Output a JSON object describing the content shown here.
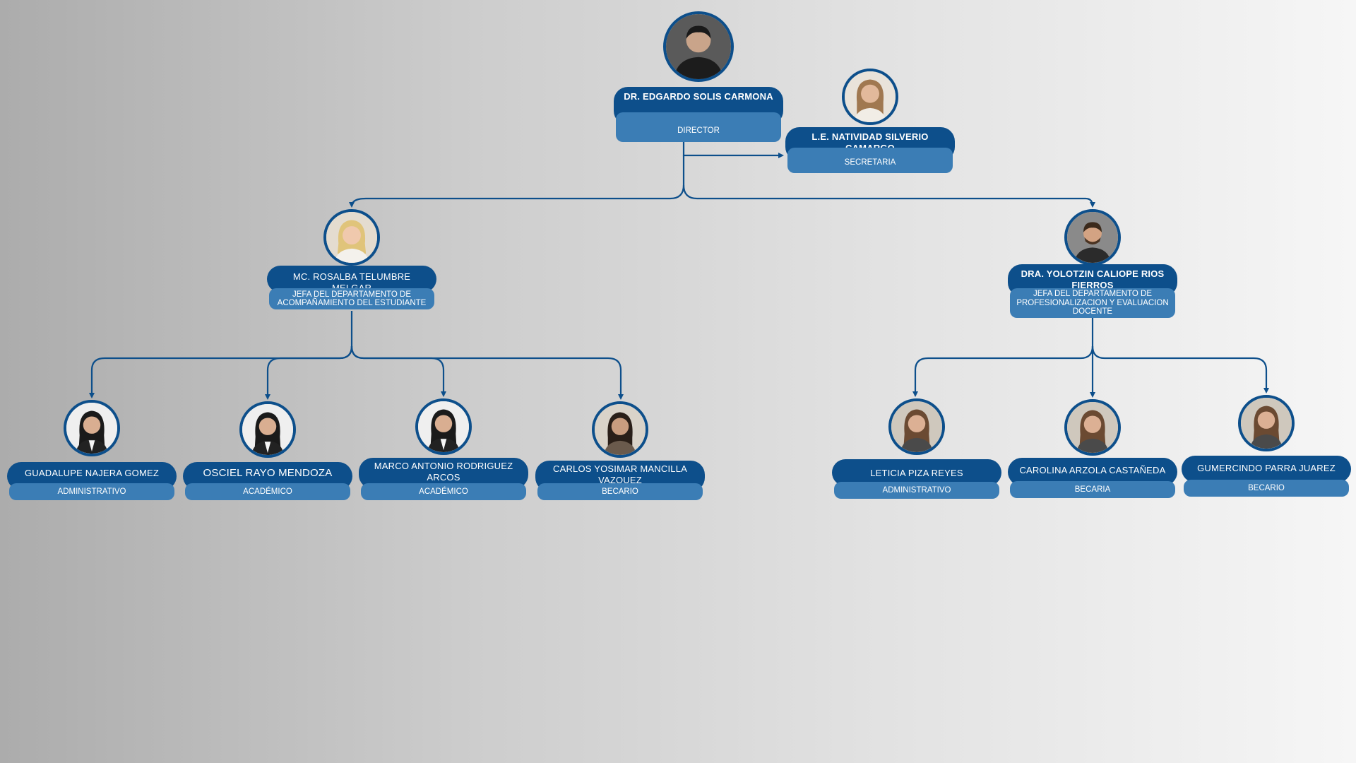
{
  "palette": {
    "name_pill": "#0d4f8b",
    "role_pill": "#3b7db5",
    "connector": "#0d4f8b",
    "avatar_border": "#0d4f8b",
    "text": "#ffffff"
  },
  "people": {
    "director": {
      "name": "DR. EDGARDO SOLIS CARMONA",
      "role": "DIRECTOR",
      "avatar": "man-portrait-icon"
    },
    "secretaria": {
      "name": "L.E. NATIVIDAD SILVERIO CAMARGO",
      "role": "SECRETARIA",
      "avatar": "woman-portrait-icon"
    },
    "jefa_acompanamiento": {
      "name": "MC. ROSALBA TELUMBRE MELGAR",
      "role": "JEFA DEL DEPARTAMENTO DE ACOMPAÑAMIENTO DEL ESTUDIANTE",
      "avatar": "woman-portrait-icon"
    },
    "jefa_profesionalizacion": {
      "name": "DRA. YOLOTZIN CALIOPE RIOS FIERROS",
      "role": "JEFA DEL DEPARTAMENTO DE PROFESIONALIZACION Y EVALUACION DOCENTE",
      "avatar": "man-portrait-icon"
    },
    "guadalupe": {
      "name": "GUADALUPE NAJERA GOMEZ",
      "role": "ADMINISTRATIVO",
      "avatar": "woman-portrait-icon"
    },
    "osciel": {
      "name": "OSCIEL RAYO MENDOZA",
      "role": "ACADÉMICO",
      "avatar": "woman-portrait-icon"
    },
    "marco": {
      "name": "MARCO ANTONIO RODRIGUEZ ARCOS",
      "role": "ACADÉMICO",
      "avatar": "woman-portrait-icon"
    },
    "carlos": {
      "name": "CARLOS YOSIMAR MANCILLA VAZQUEZ",
      "role": "BECARIO",
      "avatar": "woman-portrait-icon"
    },
    "leticia": {
      "name": "LETICIA PIZA REYES",
      "role": "ADMINISTRATIVO",
      "avatar": "woman-portrait-icon"
    },
    "carolina": {
      "name": "CAROLINA ARZOLA CASTAÑEDA",
      "role": "BECARIA",
      "avatar": "woman-portrait-icon"
    },
    "gumercindo": {
      "name": "GUMERCINDO PARRA JUAREZ",
      "role": "BECARIO",
      "avatar": "woman-portrait-icon"
    }
  }
}
